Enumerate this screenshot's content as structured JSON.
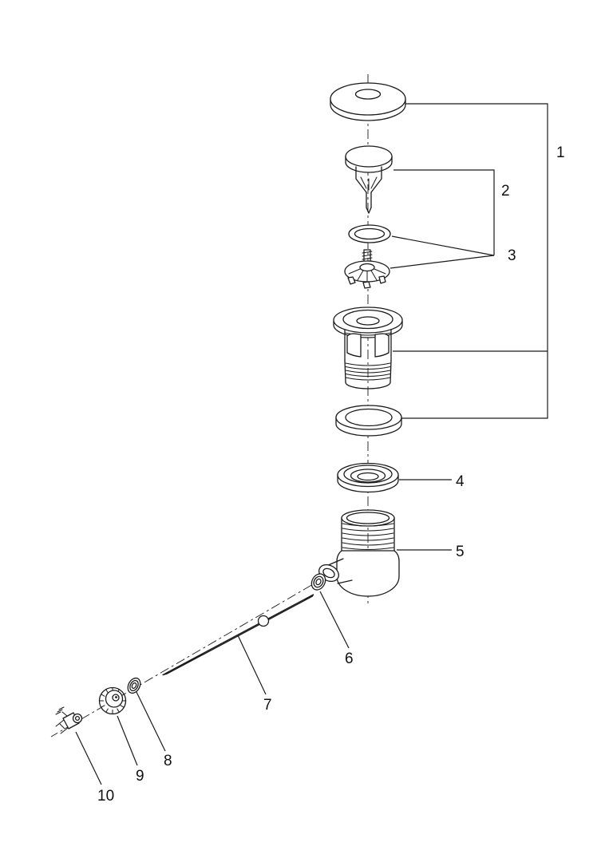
{
  "diagram": {
    "background_color": "#ffffff",
    "line_color": "#1a1a1a",
    "labels": [
      "1",
      "2",
      "3",
      "4",
      "5",
      "6",
      "7",
      "8",
      "9",
      "10"
    ],
    "parts": [
      {
        "label": "1",
        "name": "upper-waste-assembly"
      },
      {
        "label": "2",
        "name": "plug-stopper"
      },
      {
        "label": "3",
        "name": "seal-and-valve-insert"
      },
      {
        "label": "4",
        "name": "tapered-gasket"
      },
      {
        "label": "5",
        "name": "waste-body-with-side-outlet"
      },
      {
        "label": "6",
        "name": "pivot-washer"
      },
      {
        "label": "7",
        "name": "pivot-rod"
      },
      {
        "label": "8",
        "name": "small-washer"
      },
      {
        "label": "9",
        "name": "knurled-nut"
      },
      {
        "label": "10",
        "name": "clevis-screw"
      }
    ]
  }
}
